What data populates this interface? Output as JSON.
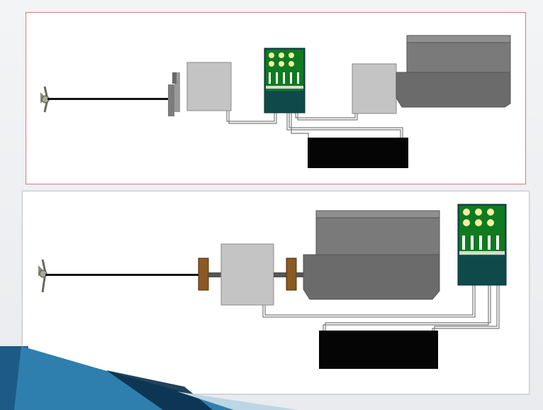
{
  "slide": {
    "background": "#eef0f2",
    "panel_border_top": "#d77a7a",
    "panel_border_bottom": "#c9cdd1"
  },
  "colors": {
    "shaft": "#111111",
    "propeller": "#8a8a7a",
    "gearbox": "#c4c4c4",
    "engine_dark": "#6b6b6b",
    "engine_light": "#8f8f8f",
    "controller_green": "#0f7a1f",
    "controller_teal": "#0e4a4a",
    "controller_led": "#f2f0a0",
    "battery": "#050505",
    "coupling": "#8a5a22",
    "cable_outline": "#7a7a7a"
  },
  "diagrams": [
    {
      "name": "top-configuration",
      "components": [
        "propeller",
        "shaft",
        "thrust-bearing",
        "gearbox",
        "controller",
        "motor-gearbox",
        "engine",
        "battery"
      ]
    },
    {
      "name": "bottom-configuration",
      "components": [
        "propeller",
        "shaft",
        "coupling",
        "gearbox",
        "coupling",
        "engine",
        "controller",
        "battery"
      ]
    }
  ]
}
